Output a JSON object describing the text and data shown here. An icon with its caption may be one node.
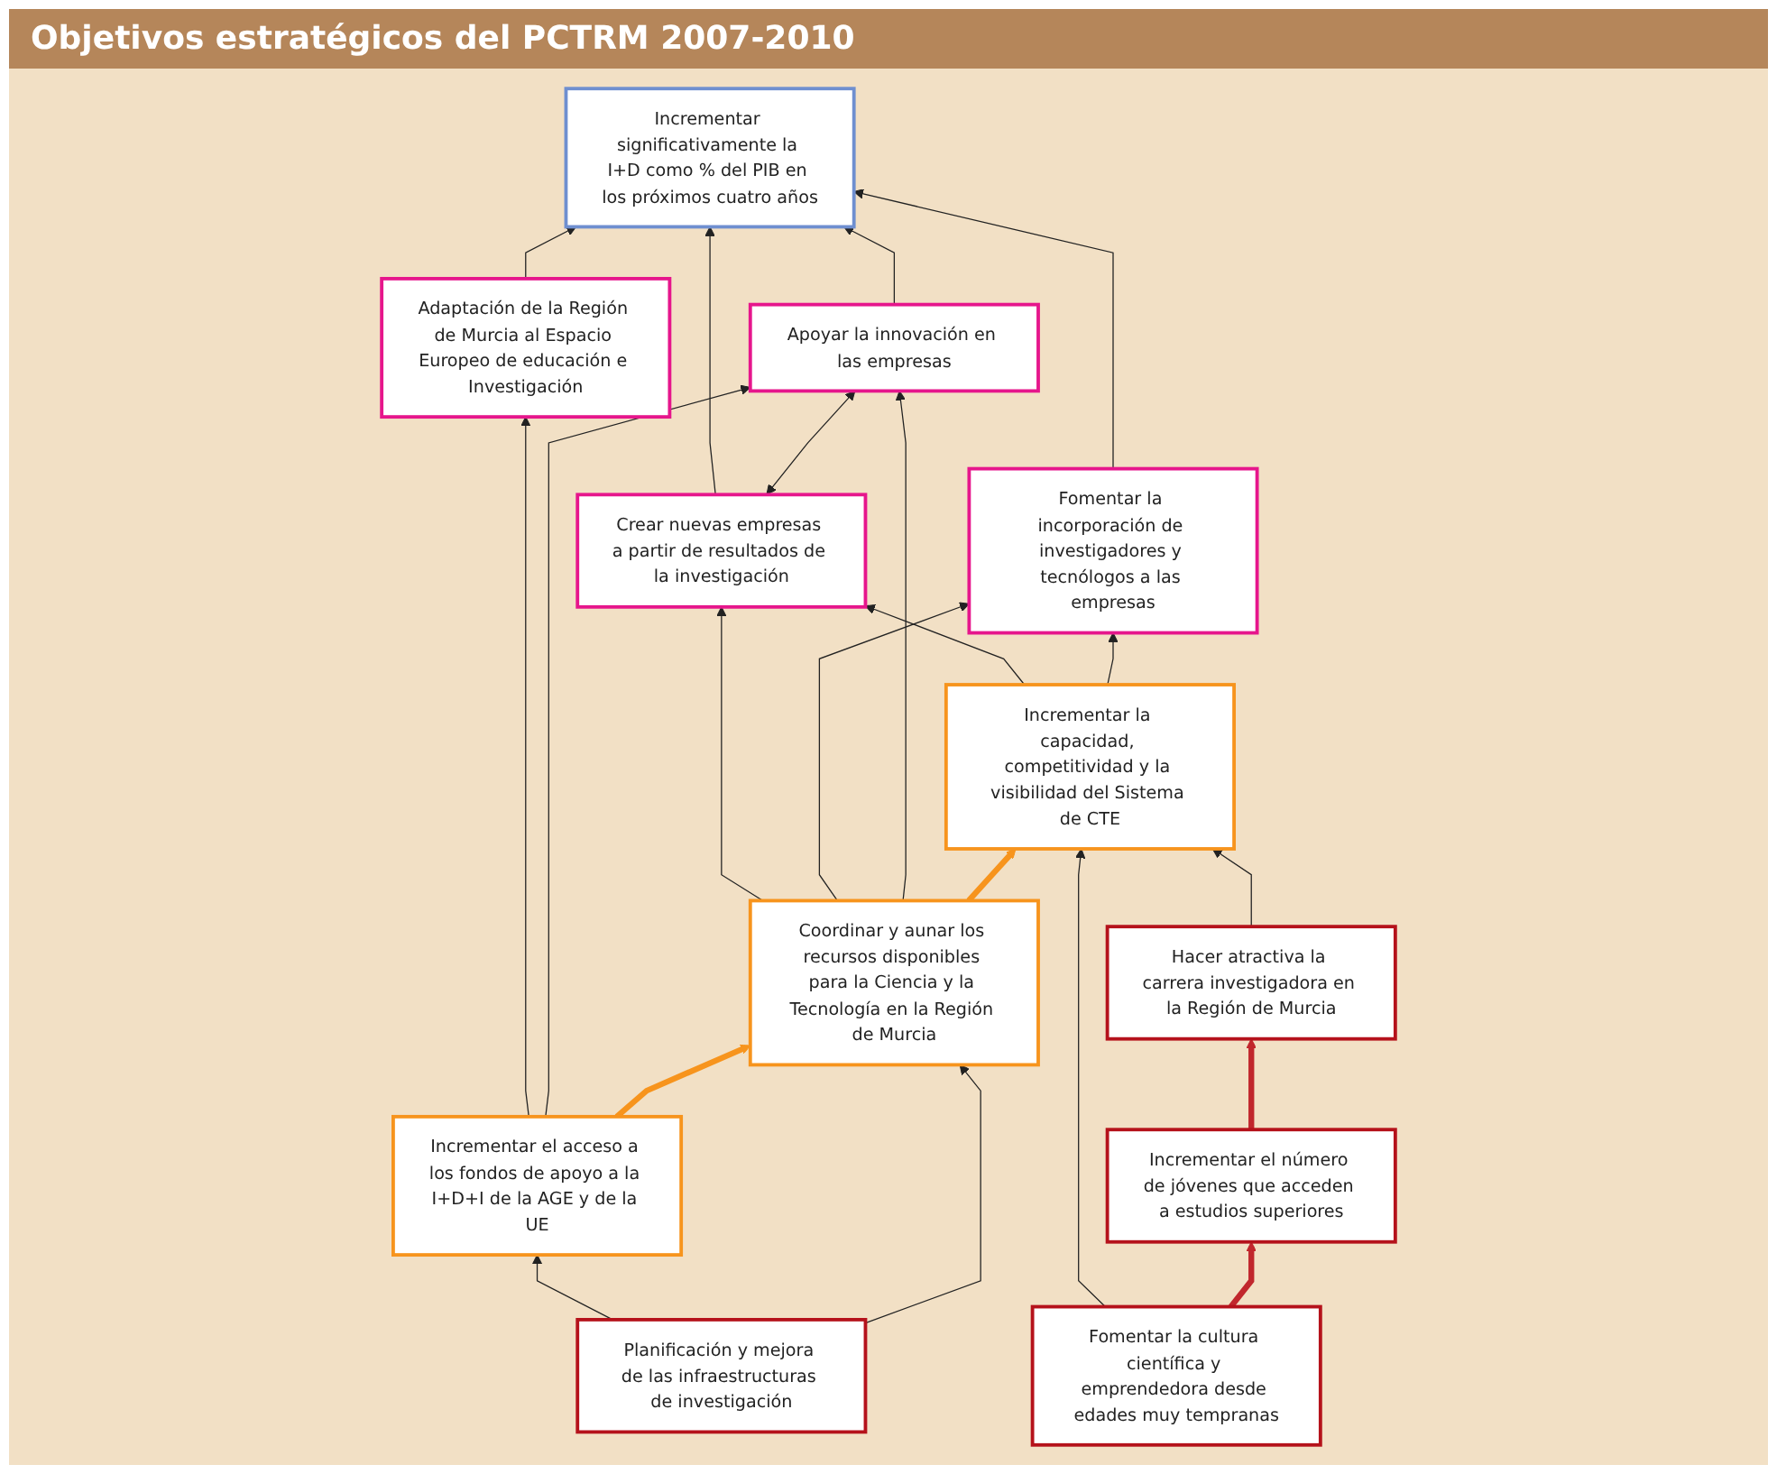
{
  "diagram": {
    "title": "Objetivos estratégicos del PCTRM 2007-2010",
    "nodes": [
      {
        "text": [
          "Incrementar significativamente la I+D como % del PIB en los próximos cuatro años"
        ]
      },
      {
        "text": [
          "Adaptación de la Región de Murcia al Espacio Europeo de educación e Investigación"
        ]
      },
      {
        "text": [
          "Crear nuevas empresas a partir de resultados de la investigación"
        ]
      },
      {
        "text": [
          "Fomentar la incorporación de investigadores y tecnólogos a las empresas"
        ]
      },
      {
        "text": [
          "Apoyar la innovación en las empresas"
        ]
      },
      {
        "text": [
          "Incrementar el acceso a los fondos de apoyo a la I+D+I de la AGE y de la UE"
        ]
      },
      {
        "text": [
          "Coordinar y aunar los recursos disponibles para la Ciencia y la Tecnología en la Región de Murcia"
        ]
      },
      {
        "text": [
          "Incrementar la capacidad, competitividad y la visibilidad del Sistema de CTE"
        ]
      },
      {
        "text": [
          "Planificación y mejora de las infraestructuras de investigación"
        ]
      },
      {
        "text": [
          "Hacer atractiva la carrera investigadora en la Región de Murcia"
        ]
      },
      {
        "text": [
          "Incrementar el número de jóvenes que acceden a estudios superiores"
        ]
      },
      {
        "text": [
          "Fomentar la cultura científica y emprendedora desde edades muy tempranas"
        ]
      }
    ],
    "edges": [
      {
        "from": 1,
        "to": 0,
        "arrow": "to"
      },
      {
        "from": 2,
        "to": 0,
        "arrow": "to"
      },
      {
        "from": 3,
        "to": 0,
        "arrow": "to"
      },
      {
        "from": 4,
        "to": 0,
        "arrow": "to"
      },
      {
        "from": 5,
        "to": 1,
        "arrow": "to"
      },
      {
        "from": 5,
        "to": 4,
        "arrow": "to"
      },
      {
        "from": 6,
        "to": 2,
        "arrow": "to"
      },
      {
        "from": 6,
        "to": 3,
        "arrow": "to"
      },
      {
        "from": 6,
        "to": 4,
        "arrow": "to"
      },
      {
        "from": 7,
        "to": 2,
        "arrow": "to"
      },
      {
        "from": 7,
        "to": 3,
        "arrow": "to"
      },
      {
        "from": 2,
        "to": 4,
        "arrow": "both"
      },
      {
        "from": 5,
        "to": 6,
        "arrow": "to",
        "style": "thick",
        "color": "#f7941d"
      },
      {
        "from": 6,
        "to": 7,
        "arrow": "to",
        "style": "thick",
        "color": "#f7941d"
      },
      {
        "from": 8,
        "to": 5,
        "arrow": "to"
      },
      {
        "from": 8,
        "to": 6,
        "arrow": "to"
      },
      {
        "from": 9,
        "to": 7,
        "arrow": "to"
      },
      {
        "from": 11,
        "to": 7,
        "arrow": "to"
      },
      {
        "from": 10,
        "to": 9,
        "arrow": "to",
        "style": "thick",
        "color": "#c1272d"
      },
      {
        "from": 11,
        "to": 10,
        "arrow": "to",
        "style": "thick",
        "color": "#c1272d"
      }
    ]
  }
}
